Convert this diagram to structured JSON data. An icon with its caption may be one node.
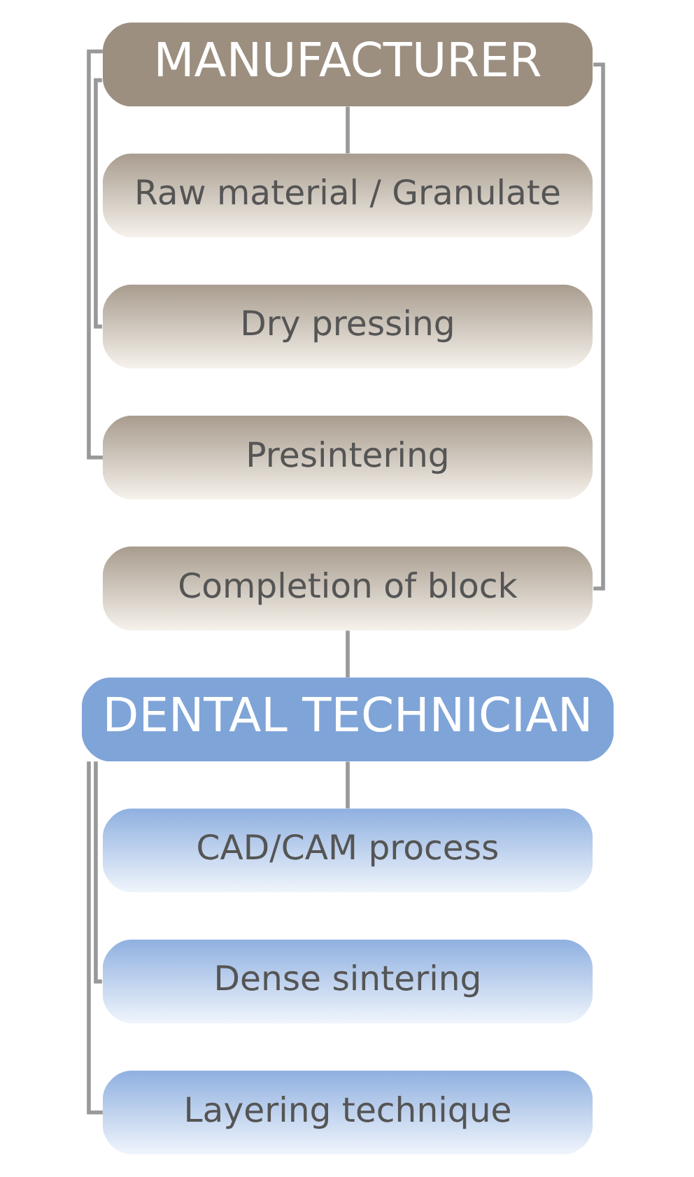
{
  "diagram": {
    "nodes": [
      {
        "text": [
          "MANUFACTURER"
        ]
      },
      {
        "text": [
          "Raw material / Granulate"
        ]
      },
      {
        "text": [
          "Dry pressing"
        ]
      },
      {
        "text": [
          "Presintering"
        ]
      },
      {
        "text": [
          "Completion of block"
        ]
      },
      {
        "text": [
          "DENTAL TECHNICIAN"
        ]
      },
      {
        "text": [
          "CAD/CAM process"
        ]
      },
      {
        "text": [
          "Dense sintering"
        ]
      },
      {
        "text": [
          "Layering technique"
        ]
      }
    ],
    "edges": [
      {
        "from": 0,
        "to": 1,
        "arrow": "none"
      },
      {
        "from": 0,
        "to": 2,
        "arrow": "none"
      },
      {
        "from": 0,
        "to": 3,
        "arrow": "none"
      },
      {
        "from": 0,
        "to": 4,
        "arrow": "none"
      },
      {
        "from": 4,
        "to": 5,
        "arrow": "none"
      },
      {
        "from": 5,
        "to": 6,
        "arrow": "none"
      },
      {
        "from": 5,
        "to": 7,
        "arrow": "none"
      },
      {
        "from": 5,
        "to": 8,
        "arrow": "none"
      }
    ]
  }
}
